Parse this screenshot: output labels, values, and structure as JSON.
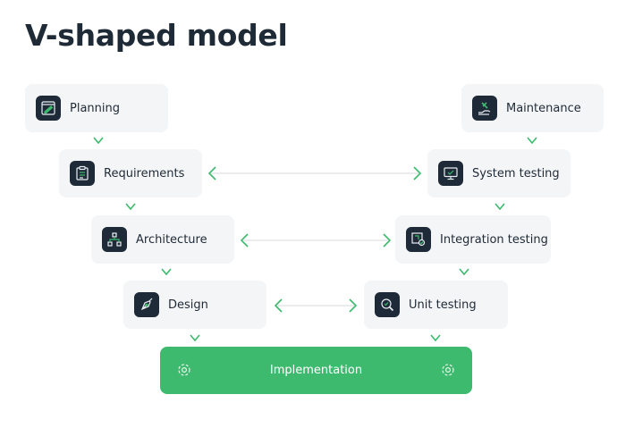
{
  "title": "V-shaped model",
  "left_column": [
    {
      "label": "Planning",
      "icon": "planning-icon"
    },
    {
      "label": "Requirements",
      "icon": "clipboard-icon"
    },
    {
      "label": "Architecture",
      "icon": "hierarchy-icon"
    },
    {
      "label": "Design",
      "icon": "pen-tool-icon"
    }
  ],
  "right_column": [
    {
      "label": "Maintenance",
      "icon": "wrench-hand-icon"
    },
    {
      "label": "System testing",
      "icon": "monitor-icon"
    },
    {
      "label": "Integration testing",
      "icon": "integration-icon"
    },
    {
      "label": "Unit testing",
      "icon": "magnifier-icon"
    }
  ],
  "bottom": {
    "label": "Implementation",
    "icon": "gear-icon"
  },
  "colors": {
    "accent": "#3dba6e",
    "card": "#f4f5f6",
    "icon_bg": "#1e2a38",
    "text": "#1f2a37"
  }
}
